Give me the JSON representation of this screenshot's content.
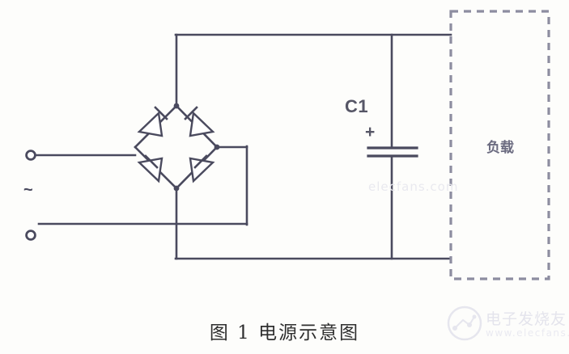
{
  "figure": {
    "caption": "图 1  电源示意图",
    "background_color": "#fdfdfb",
    "wire_color": "#4a4a5e"
  },
  "input": {
    "ac_symbol": "~",
    "terminal_top_name": "ac-terminal-top",
    "terminal_bottom_name": "ac-terminal-bottom"
  },
  "rectifier": {
    "name": "bridge-rectifier",
    "diode_count": 4
  },
  "capacitor": {
    "label": "C1",
    "polarity": "+"
  },
  "load": {
    "label": "负载",
    "border_style": "dashed",
    "border_color": "#8d8da0"
  },
  "watermark": {
    "center_text": "elecfans.com",
    "brand_cn": "电子发烧友",
    "brand_url": "www.elecfans.com"
  },
  "chart_data": {
    "type": "schematic",
    "title": "图 1  电源示意图",
    "components": [
      {
        "id": "AC",
        "label": "~",
        "type": "ac-source",
        "terminals": 2
      },
      {
        "id": "BR",
        "label": "",
        "type": "bridge-rectifier",
        "diodes": 4
      },
      {
        "id": "C1",
        "label": "C1",
        "type": "polarized-capacitor",
        "polarity": "+"
      },
      {
        "id": "RL",
        "label": "负载",
        "type": "load-block",
        "style": "dashed"
      }
    ],
    "nets": [
      {
        "from": "AC+",
        "to": "BR.left"
      },
      {
        "from": "AC-",
        "to": "BR.right"
      },
      {
        "from": "BR.top",
        "to": "C1.+"
      },
      {
        "from": "BR.top",
        "to": "RL.top"
      },
      {
        "from": "BR.bottom",
        "to": "C1.-"
      },
      {
        "from": "BR.bottom",
        "to": "RL.bottom"
      }
    ]
  }
}
